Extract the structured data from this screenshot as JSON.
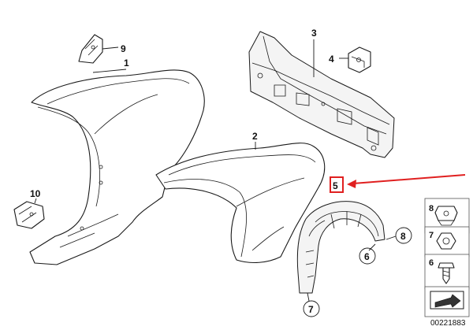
{
  "callouts": {
    "c1": "1",
    "c2": "2",
    "c3": "3",
    "c4": "4",
    "c5": "5",
    "c6": "6",
    "c7": "7",
    "c8": "8",
    "c9": "9",
    "c10": "10"
  },
  "legend": {
    "item8": "8",
    "item7": "7",
    "item6": "6"
  },
  "diagram_id": "00221883",
  "colors": {
    "highlight": "#e02020",
    "line": "#1a1a1a"
  }
}
